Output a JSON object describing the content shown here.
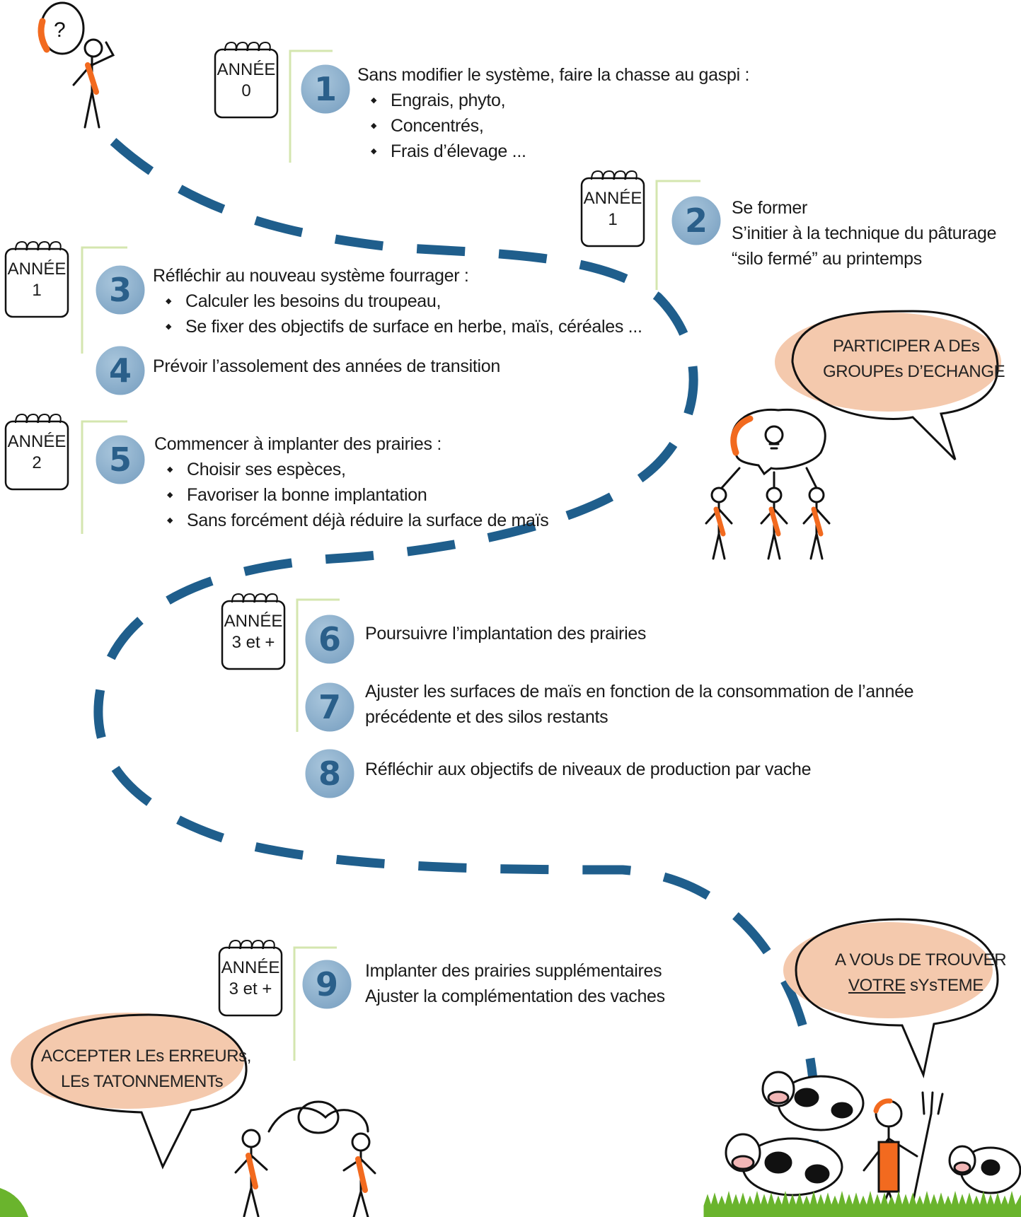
{
  "steps": [
    {
      "number": "1",
      "year_label": "ANNÉE",
      "year_value": "0",
      "text": "Sans modifier le système, faire la chasse au gaspi :",
      "bullets": [
        "Engrais, phyto,",
        "Concentrés,",
        "Frais d’élevage ..."
      ]
    },
    {
      "number": "2",
      "year_label": "ANNÉE",
      "year_value": "1",
      "lines": [
        "Se former",
        "S’initier à la technique du pâturage",
        "“silo fermé” au printemps"
      ]
    },
    {
      "number": "3",
      "year_label": "ANNÉE",
      "year_value": "1",
      "text": "Réfléchir au nouveau système fourrager :",
      "bullets": [
        "Calculer les besoins du troupeau,",
        "Se fixer des objectifs de surface en herbe, maïs, céréales ..."
      ]
    },
    {
      "number": "4",
      "text": "Prévoir l’assolement des années de transition"
    },
    {
      "number": "5",
      "year_label": "ANNÉE",
      "year_value": "2",
      "text": "Commencer à implanter des prairies :",
      "bullets": [
        "Choisir ses espèces,",
        "Favoriser la bonne implantation",
        "Sans forcément déjà réduire la surface de maïs"
      ]
    },
    {
      "number": "6",
      "year_label": "ANNÉE",
      "year_value": "3 et +",
      "text": "Poursuivre l’implantation des prairies"
    },
    {
      "number": "7",
      "lines": [
        "Ajuster les surfaces de maïs en fonction de la consommation de l’année",
        "précédente et des silos restants"
      ]
    },
    {
      "number": "8",
      "text": "Réfléchir aux objectifs de niveaux de production par vache"
    },
    {
      "number": "9",
      "year_label": "ANNÉE",
      "year_value": "3 et +",
      "lines": [
        "Implanter des prairies supplémentaires",
        "Ajuster la complémentation des vaches"
      ]
    }
  ],
  "bubbles": {
    "exchange": [
      "PARTICIPER A DEs",
      "GROUPEs D’ECHANGE"
    ],
    "system": [
      "A VOUs DE TROUVER",
      "VOTRE",
      " sYsTEME"
    ],
    "errors": [
      "ACCEPTER LEs ERREURs,",
      "LEs TATONNEMENTs"
    ]
  },
  "colors": {
    "path_blue": "#1f5e8c",
    "circle_fill": "#8fb3cf",
    "circle_number": "#2a5f8a",
    "bubble_fill": "#f4c9ad",
    "orange": "#f26a1f",
    "green_accent": "#cfe3a6",
    "grass": "#6ab42d"
  }
}
